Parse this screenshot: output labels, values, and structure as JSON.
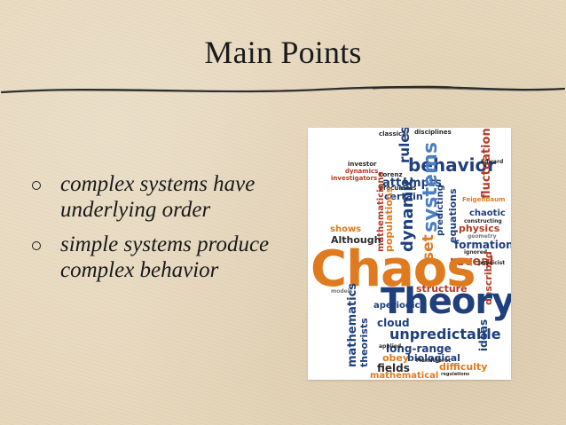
{
  "slide": {
    "title": "Main Points",
    "bullets": [
      "complex systems have underlying order",
      "simple systems produce complex behavior"
    ]
  },
  "word_cloud": {
    "main_words": [
      "Chaos",
      "Theory"
    ],
    "words": {
      "behavior": "behavior",
      "systems": "systems",
      "dynamic": "dynamic",
      "unpredictable": "unpredictable",
      "equations": "equations",
      "formation": "formation",
      "chaotic": "chaotic",
      "physics": "physics",
      "certain": "certain",
      "attempts": "attempts",
      "populations": "populations",
      "shows": "shows",
      "although": "Although",
      "mathematicians": "mathematicians",
      "nonlinear": "nonlinear",
      "predicting": "predicting",
      "rules": "rules",
      "fluctuations": "fluctuations",
      "reveal": "reveal",
      "described": "described",
      "structure": "structure",
      "aperiodic": "aperiodic",
      "cloud": "cloud",
      "long_range": "long-range",
      "obey": "obey",
      "biological": "biological",
      "fields": "fields",
      "difficulty": "difficulty",
      "mathematical": "mathematical",
      "ideas": "ideas",
      "set": "set",
      "mathematics": "mathematics",
      "theorists": "theorists",
      "mandelbrot": "Mandelbrot",
      "investor": "investor",
      "dynamics": "dynamics",
      "investigators": "investigators",
      "precursors": "precursors",
      "lorenz": "Lorenz",
      "classical": "classical",
      "disciplines": "disciplines",
      "feigenbaum": "Feigenbaum",
      "edward": "Edward",
      "physicist": "physicist",
      "ignored": "ignored",
      "models": "models",
      "applied": "applied",
      "regulations": "regulations",
      "fractals": "fractals",
      "constructing": "constructing",
      "geometry": "geometry",
      "early": "early"
    }
  }
}
